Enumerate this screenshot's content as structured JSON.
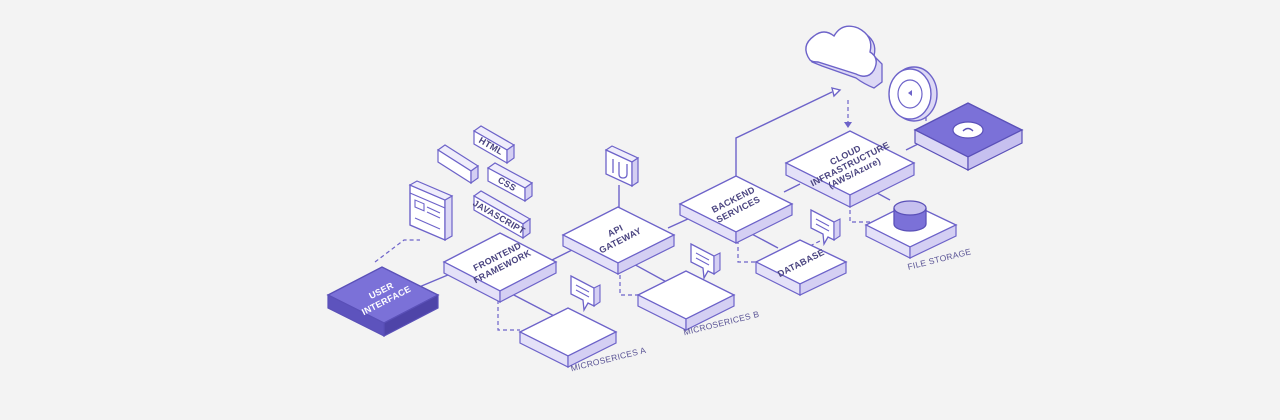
{
  "colors": {
    "accent": "#6d63c9",
    "accent_fill": "#7b71d8",
    "node_fill": "#ffffff",
    "background": "#f3f3f3"
  },
  "nodes": {
    "user_interface": {
      "line1": "USER",
      "line2": "INTERFACE"
    },
    "frontend_framework": {
      "line1": "FRONTEND",
      "line2": "FRAMEWORK"
    },
    "html": "HTML",
    "css": "CSS",
    "javascript": "JAVASCRIPT",
    "api_gateway": {
      "line1": "API",
      "line2": "GATEWAY"
    },
    "backend_services": {
      "line1": "BACKEND",
      "line2": "SERVICES"
    },
    "cloud_infrastructure": {
      "line1": "CLOUD",
      "line2": "INFRASTRUCTURE",
      "line3": "(AWS/Azure)"
    },
    "database": "DATABASE",
    "microservices_a": "MICROSERICES A",
    "microservices_b": "MICROSERICES B",
    "file_storage": "FILE STORAGE"
  },
  "icons": [
    "browser-window-icon",
    "api-plug-icon",
    "chat-bubble-icon",
    "cloud-icon",
    "clock-icon",
    "database-cylinder-icon",
    "cloud-chip-icon"
  ]
}
